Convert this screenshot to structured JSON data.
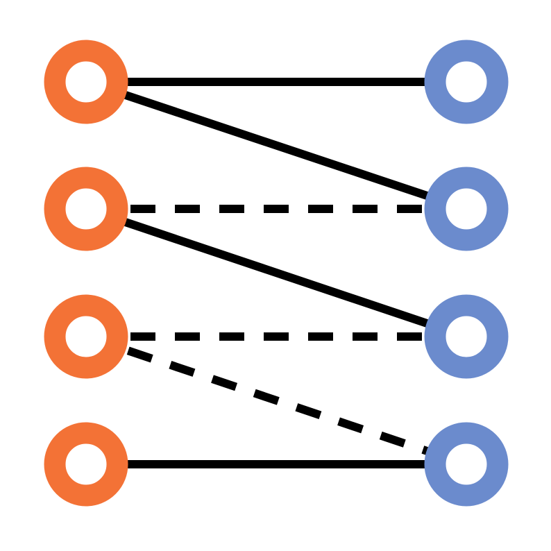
{
  "diagram": {
    "type": "bipartite-graph",
    "colors": {
      "left_node": "#F37236",
      "right_node": "#6B8BCD",
      "edge": "#000000",
      "node_center": "#ffffff"
    },
    "left_nodes": [
      {
        "id": "L1",
        "name": "left-node-1"
      },
      {
        "id": "L2",
        "name": "left-node-2"
      },
      {
        "id": "L3",
        "name": "left-node-3"
      },
      {
        "id": "L4",
        "name": "left-node-4"
      }
    ],
    "right_nodes": [
      {
        "id": "R1",
        "name": "right-node-1"
      },
      {
        "id": "R2",
        "name": "right-node-2"
      },
      {
        "id": "R3",
        "name": "right-node-3"
      },
      {
        "id": "R4",
        "name": "right-node-4"
      }
    ],
    "edges": [
      {
        "from": "L1",
        "to": "R1",
        "style": "solid"
      },
      {
        "from": "L1",
        "to": "R2",
        "style": "solid"
      },
      {
        "from": "L2",
        "to": "R2",
        "style": "dashed"
      },
      {
        "from": "L2",
        "to": "R3",
        "style": "solid"
      },
      {
        "from": "L3",
        "to": "R3",
        "style": "dashed"
      },
      {
        "from": "L3",
        "to": "R4",
        "style": "dashed"
      },
      {
        "from": "L4",
        "to": "R4",
        "style": "solid"
      }
    ]
  }
}
